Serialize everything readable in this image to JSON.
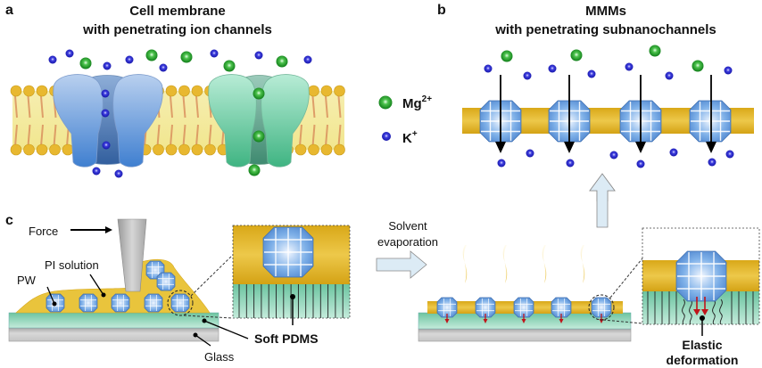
{
  "panels": {
    "a": {
      "letter": "a",
      "title_line1": "Cell membrane",
      "title_line2": "with penetrating ion channels"
    },
    "b": {
      "letter": "b",
      "title_line1": "MMMs",
      "title_line2": "with penetrating subnanochannels"
    },
    "c": {
      "letter": "c",
      "force_label": "Force",
      "pi_solution_label": "PI solution",
      "pw_label": "PW",
      "soft_pdms_label": "Soft PDMS",
      "glass_label": "Glass",
      "solvent_line1": "Solvent",
      "solvent_line2": "evaporation",
      "elastic_line1": "Elastic",
      "elastic_line2": "deformation"
    }
  },
  "legend": {
    "mg_label": "Mg",
    "mg_charge": "2+",
    "k_label": "K",
    "k_charge": "+"
  },
  "colors": {
    "mg_ion": "#1f9a2a",
    "k_ion": "#2323c8",
    "membrane_yellow": "#e2b628",
    "lipid_head": "#e8b830",
    "channel_blue": "#6a9fdc",
    "channel_green": "#5cc79a",
    "pw_blue": "#6fa2e0",
    "pdms_green": "#86cfb0",
    "glass_gray": "#c9c9c9",
    "deformation_arrow": "#c0141a"
  }
}
